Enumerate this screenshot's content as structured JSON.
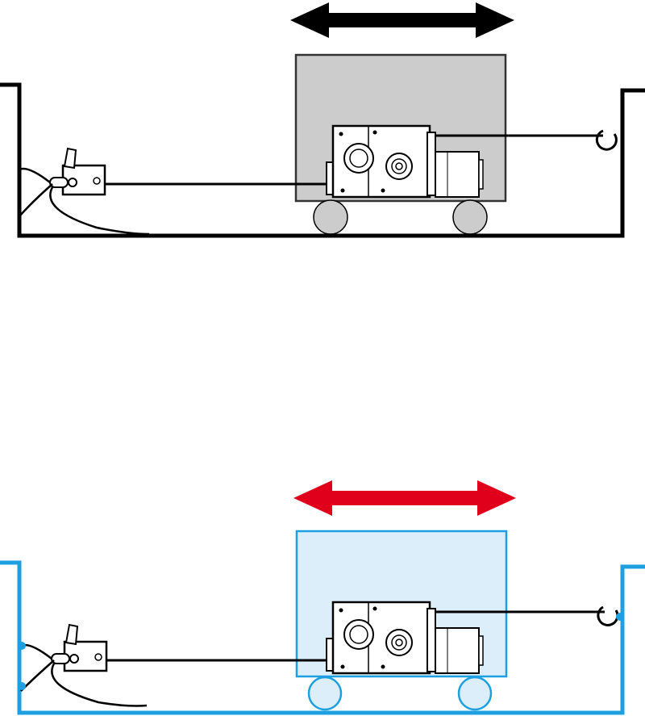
{
  "colors": {
    "background": "#ffffff",
    "ink": "#000000",
    "top_arrow": "#000000",
    "top_outline": "#000000",
    "top_cart_fill": "#cccccc",
    "top_cart_stroke": "#333333",
    "top_wheel_fill": "#cccccc",
    "bottom_arrow": "#e0001b",
    "bottom_outline": "#1ea0e0",
    "bottom_cart_fill": "#dbeefa",
    "bottom_cart_stroke": "#1ea0e0",
    "bottom_wheel_fill": "#dbeefa"
  },
  "scenes": [
    {
      "id": "top",
      "theme": "gray",
      "icons": [
        "double-arrow-icon",
        "hand-switch-icon",
        "gear-motor-icon",
        "hook-icon",
        "cart-icon"
      ]
    },
    {
      "id": "bottom",
      "theme": "blue",
      "icons": [
        "double-arrow-icon",
        "hand-switch-icon",
        "gear-motor-icon",
        "hook-icon",
        "cart-icon"
      ]
    }
  ]
}
